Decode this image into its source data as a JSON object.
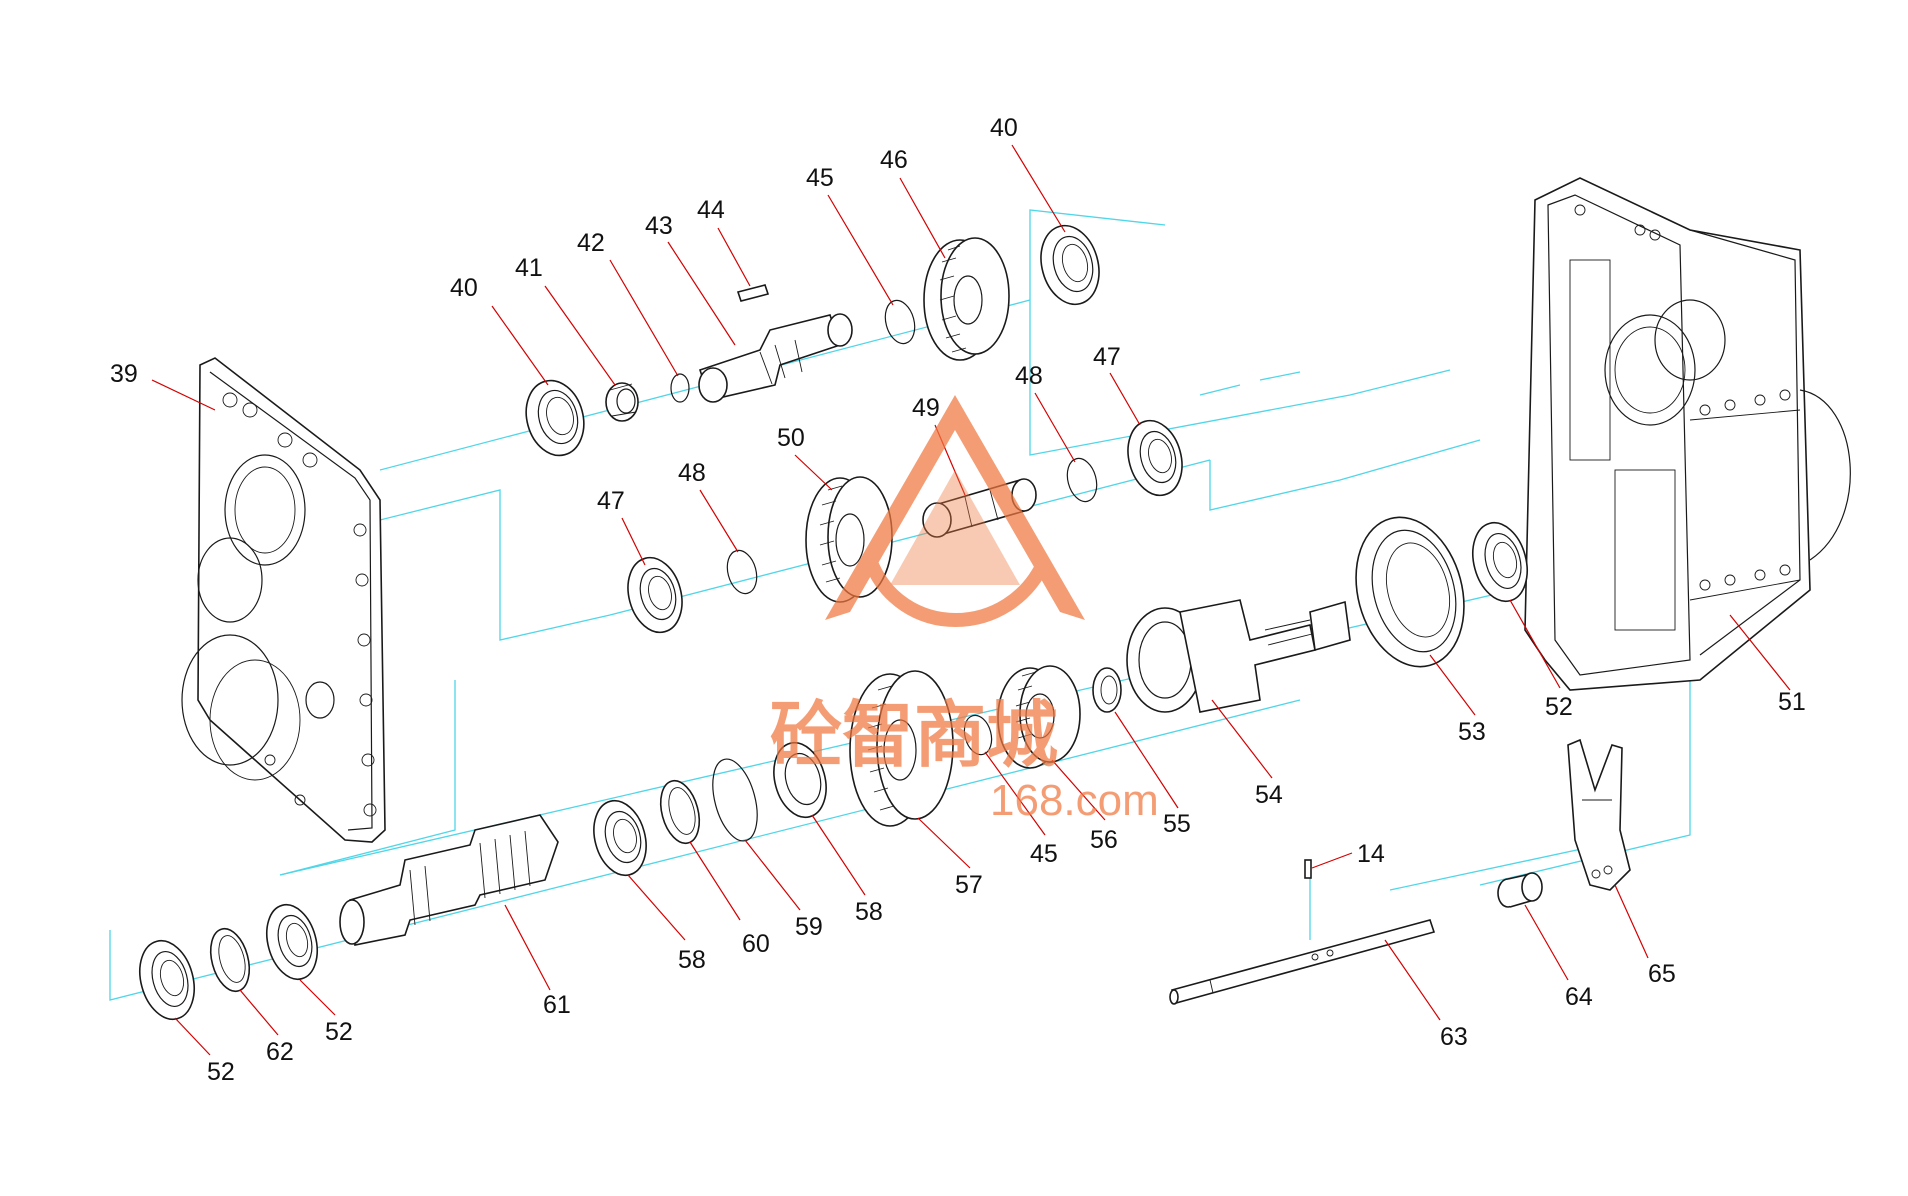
{
  "callouts": [
    {
      "label": "39"
    },
    {
      "label": "40"
    },
    {
      "label": "41"
    },
    {
      "label": "42"
    },
    {
      "label": "43"
    },
    {
      "label": "44"
    },
    {
      "label": "45"
    },
    {
      "label": "46"
    },
    {
      "label": "40"
    },
    {
      "label": "47"
    },
    {
      "label": "48"
    },
    {
      "label": "49"
    },
    {
      "label": "50"
    },
    {
      "label": "48"
    },
    {
      "label": "47"
    },
    {
      "label": "51"
    },
    {
      "label": "52"
    },
    {
      "label": "53"
    },
    {
      "label": "54"
    },
    {
      "label": "55"
    },
    {
      "label": "56"
    },
    {
      "label": "45"
    },
    {
      "label": "57"
    },
    {
      "label": "58"
    },
    {
      "label": "59"
    },
    {
      "label": "60"
    },
    {
      "label": "58"
    },
    {
      "label": "61"
    },
    {
      "label": "52"
    },
    {
      "label": "62"
    },
    {
      "label": "52"
    },
    {
      "label": "14"
    },
    {
      "label": "63"
    },
    {
      "label": "64"
    },
    {
      "label": "65"
    }
  ],
  "watermark": {
    "text": "砼智商城",
    "url": "168.com",
    "color": "#f07840"
  },
  "colors": {
    "line": "#1a1a1a",
    "axis": "#4fd6e8",
    "leader": "#d40000"
  }
}
